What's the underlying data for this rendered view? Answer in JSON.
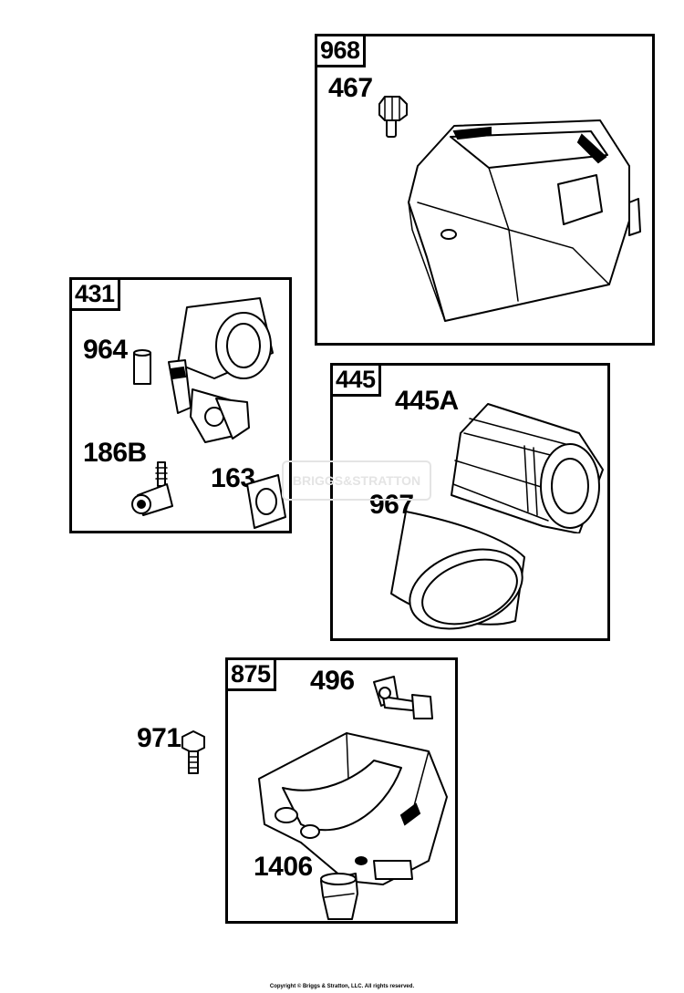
{
  "groups": {
    "g968": {
      "tag": "968",
      "labels": {
        "p467": "467"
      }
    },
    "g431": {
      "tag": "431",
      "labels": {
        "p964": "964",
        "p186b": "186B",
        "p163": "163"
      }
    },
    "g445": {
      "tag": "445",
      "labels": {
        "p445a": "445A",
        "p967": "967"
      }
    },
    "g875": {
      "tag": "875",
      "labels": {
        "p496": "496",
        "p1406": "1406"
      }
    }
  },
  "loose": {
    "p971": "971"
  },
  "watermark": "BRIGGS&STRATTON",
  "copyright": "Copyright © Briggs & Stratton, LLC. All rights reserved."
}
